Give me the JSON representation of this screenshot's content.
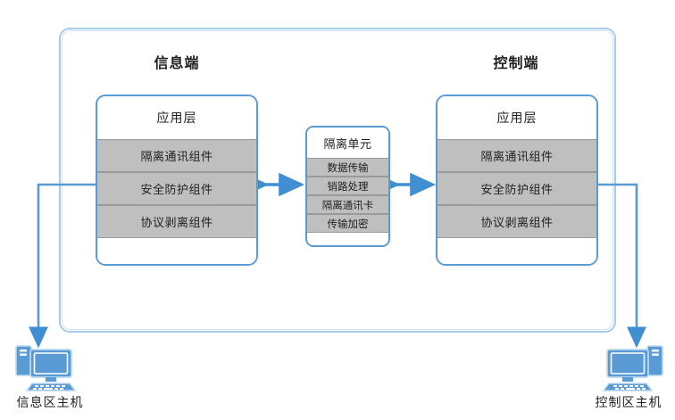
{
  "diagram": {
    "title_left": "信息端",
    "title_right": "控制端",
    "accent_blue": "#5b9bd5",
    "frame_blue": "#a6cbeb",
    "row_gray": "#bfbfbf"
  },
  "stack_left": {
    "header": "应用层",
    "rows": [
      {
        "label": "隔离通讯组件"
      },
      {
        "label": "安全防护组件"
      },
      {
        "label": "协议剥离组件"
      }
    ]
  },
  "stack_right": {
    "header": "应用层",
    "rows": [
      {
        "label": "隔离通讯组件"
      },
      {
        "label": "安全防护组件"
      },
      {
        "label": "协议剥离组件"
      }
    ]
  },
  "isolation_unit": {
    "header": "隔离单元",
    "rows": [
      {
        "label": "数据传输"
      },
      {
        "label": "销路处理"
      },
      {
        "label": "隔离通讯卡"
      },
      {
        "label": "传输加密"
      }
    ]
  },
  "hosts": {
    "left": {
      "label": "信息区主机",
      "icon": "desktop-computer-icon"
    },
    "right": {
      "label": "控制区主机",
      "icon": "desktop-computer-icon"
    }
  },
  "connectors": {
    "left_arrow": "double-headed-arrow-icon",
    "right_arrow": "double-headed-arrow-icon",
    "left_down_arrow": "down-arrow-icon",
    "right_down_arrow": "down-arrow-icon"
  }
}
